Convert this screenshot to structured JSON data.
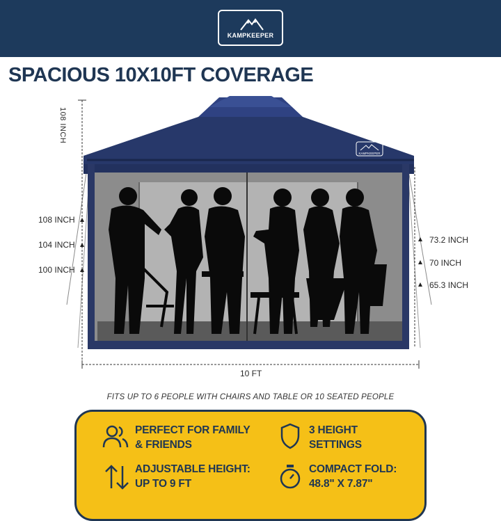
{
  "brand": {
    "logo_text": "KAMPKEEPER",
    "canopy_logo_text": "KAMPKEEPER"
  },
  "headline": "SPACIOUS 10X10FT COVERAGE",
  "dimensions": {
    "total_height_label": "108 INCH",
    "width_label": "10 FT",
    "peak_heights": [
      "108 INCH",
      "104 INCH",
      "100 INCH"
    ],
    "side_heights": [
      "73.2 INCH",
      "70 INCH",
      "65.3 INCH"
    ]
  },
  "caption": "FITS UP TO 6 PEOPLE WITH CHAIRS AND TABLE OR 10 SEATED PEOPLE",
  "features": [
    {
      "icon": "people-icon",
      "line1": "PERFECT FOR FAMILY",
      "line2": "& FRIENDS"
    },
    {
      "icon": "shield-icon",
      "line1": "3 HEIGHT",
      "line2": "SETTINGS"
    },
    {
      "icon": "up-down-arrows-icon",
      "line1": "ADJUSTABLE HEIGHT:",
      "line2": "UP TO 9 FT"
    },
    {
      "icon": "stopwatch-icon",
      "line1": "COMPACT FOLD:",
      "line2": "48.8\" X 7.87\""
    }
  ],
  "colors": {
    "navy": "#1f3653",
    "band": "#1d3a5c",
    "canopy": "#25345f",
    "panel": "#f5c017"
  }
}
